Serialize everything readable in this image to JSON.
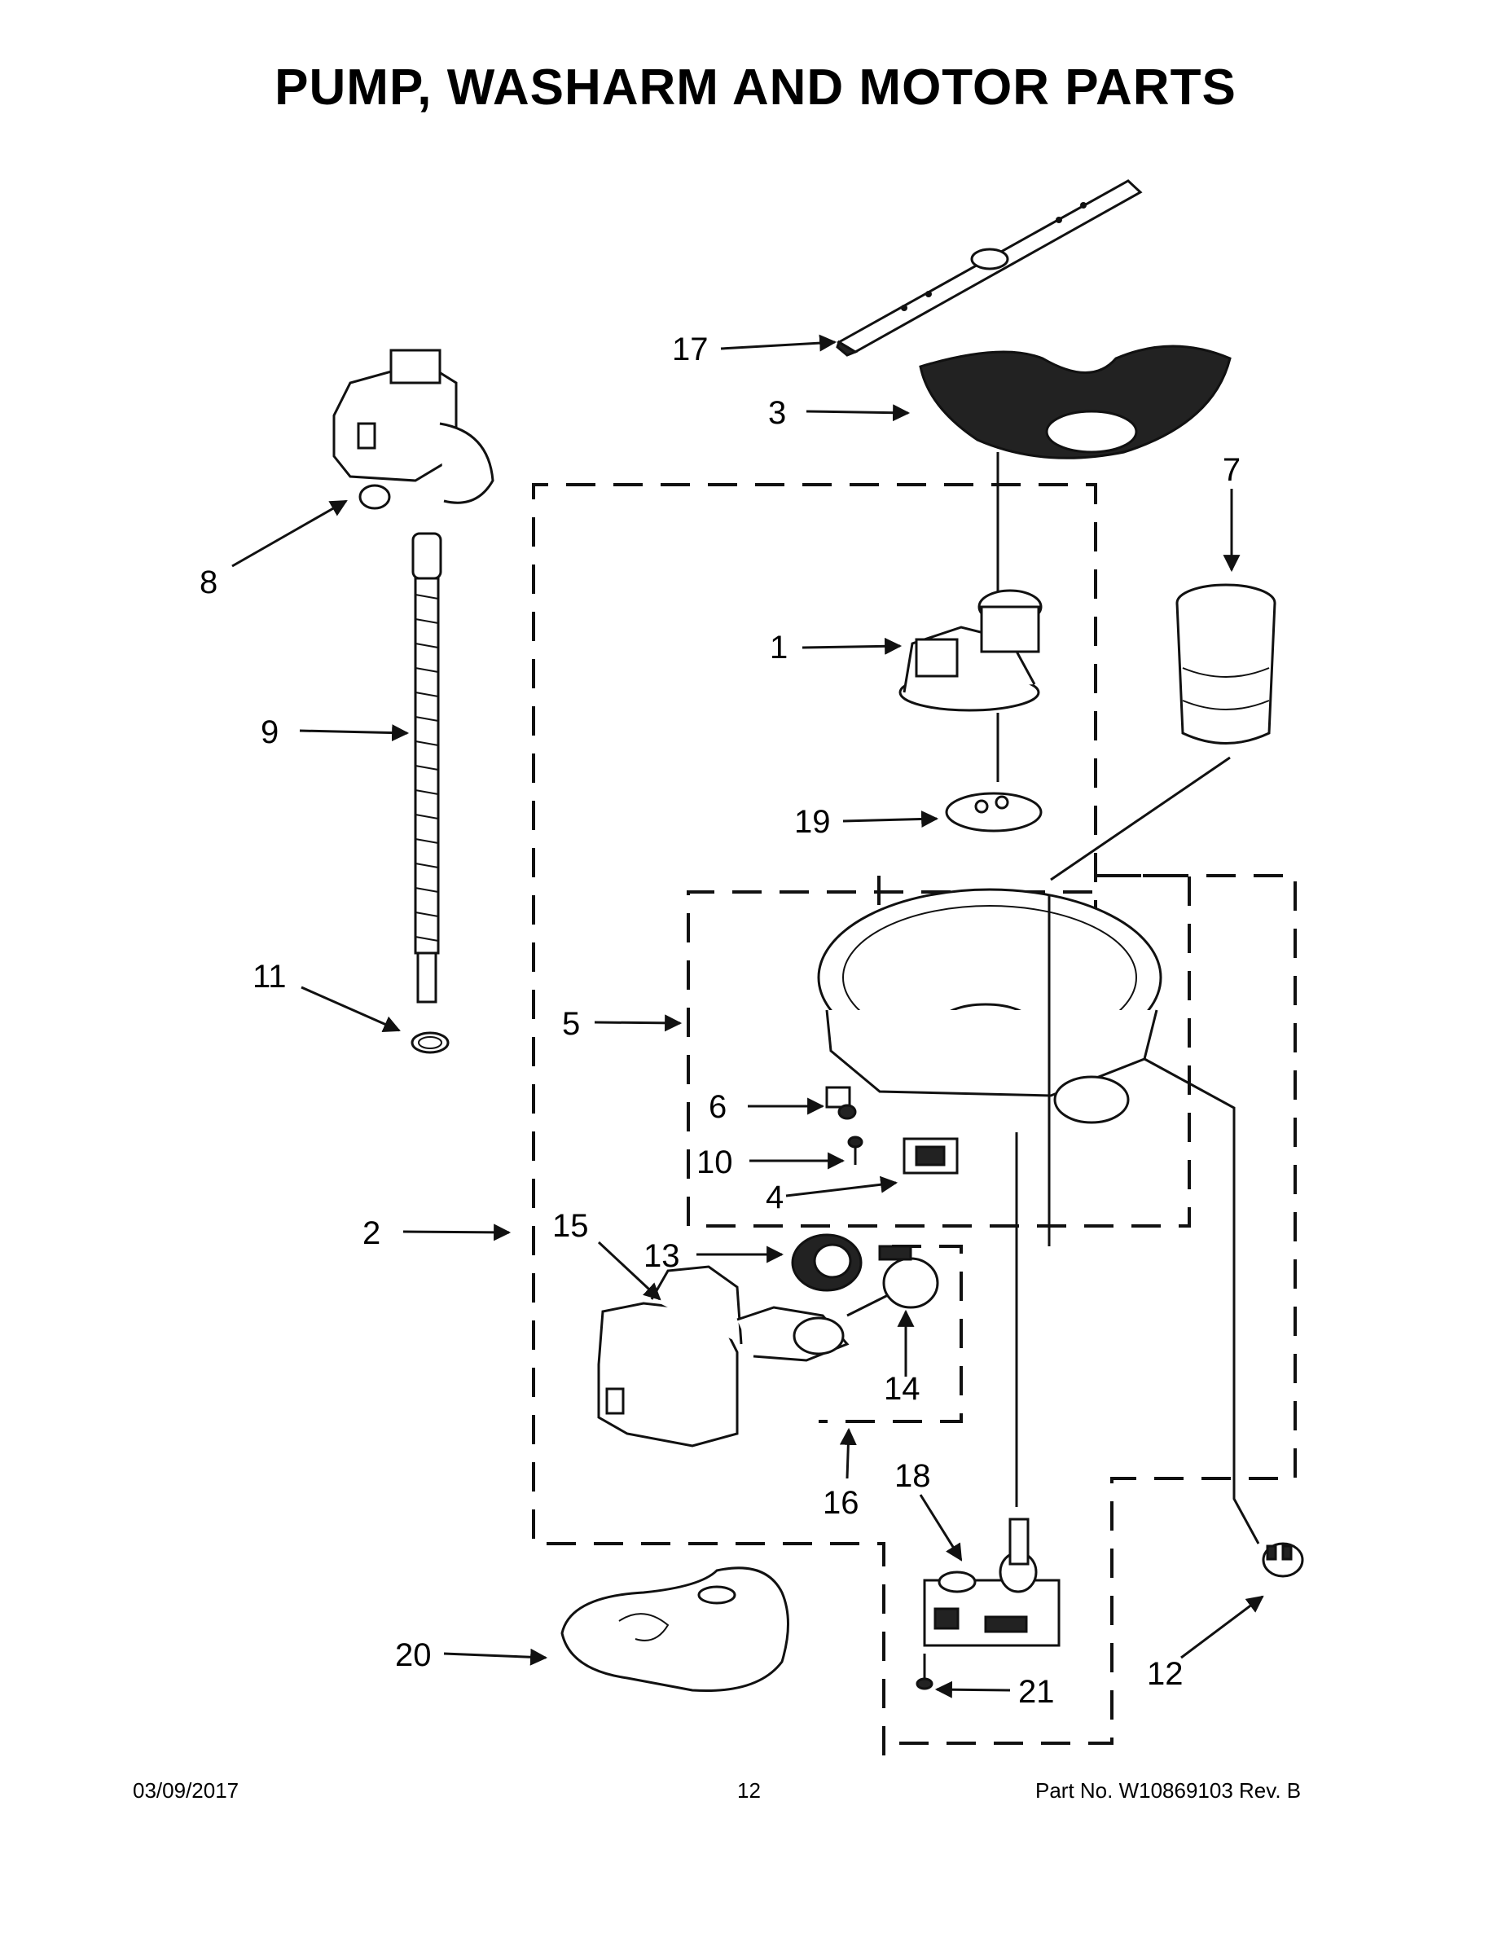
{
  "page": {
    "title": "PUMP, WASHARM AND MOTOR PARTS",
    "date": "03/09/2017",
    "page_number": "12",
    "part_info": "Part No.  W10869103  Rev.  B"
  },
  "callouts": {
    "c1": "1",
    "c2": "2",
    "c3": "3",
    "c4": "4",
    "c5": "5",
    "c6": "6",
    "c7": "7",
    "c8": "8",
    "c9": "9",
    "c10": "10",
    "c11": "11",
    "c12": "12",
    "c13": "13",
    "c14": "14",
    "c15": "15",
    "c16": "16",
    "c17": "17",
    "c18": "18",
    "c19": "19",
    "c20": "20",
    "c21": "21"
  }
}
